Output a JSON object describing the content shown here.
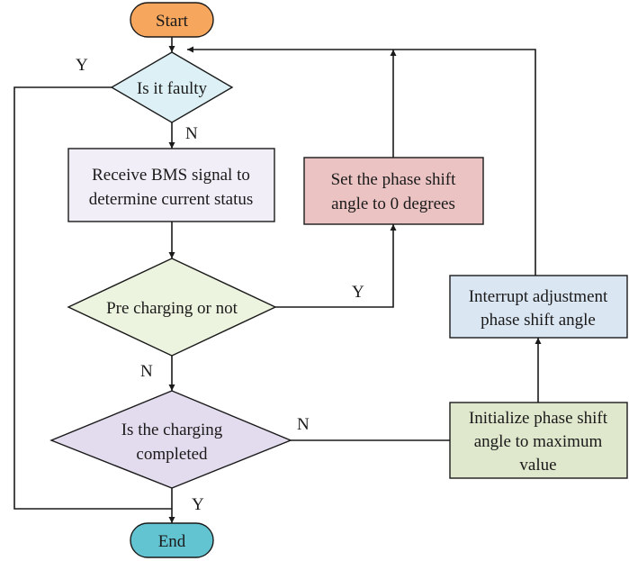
{
  "flowchart": {
    "start": {
      "label": "Start",
      "fill": "#f6a65d"
    },
    "end": {
      "label": "End",
      "fill": "#63c4d1"
    },
    "decision_faulty": {
      "label": "Is it faulty",
      "fill": "#dcf0f5"
    },
    "process_receive_bms": {
      "lines": [
        "Receive BMS signal to",
        "determine current status"
      ],
      "fill": "#f1eef7"
    },
    "decision_precharging": {
      "label": "Pre charging or not",
      "fill": "#ecf4df"
    },
    "decision_charging_completed": {
      "lines": [
        "Is the charging",
        "completed"
      ],
      "fill": "#e3dcee"
    },
    "process_set_phase_zero": {
      "lines": [
        "Set the phase shift",
        "angle to 0 degrees"
      ],
      "fill": "#ecc3c3"
    },
    "process_interrupt_adjustment": {
      "lines": [
        "Interrupt adjustment",
        "phase shift angle"
      ],
      "fill": "#dbe6f3"
    },
    "process_initialize_phase_max": {
      "lines": [
        "Initialize phase shift",
        "angle to maximum",
        "value"
      ],
      "fill": "#dfe8cd"
    },
    "edge_labels": {
      "faulty_yes": "Y",
      "faulty_no": "N",
      "precharging_yes": "Y",
      "precharging_no": "N",
      "completed_no": "N",
      "completed_yes": "Y"
    },
    "colors": {
      "stroke": "#1a1a1a"
    }
  }
}
